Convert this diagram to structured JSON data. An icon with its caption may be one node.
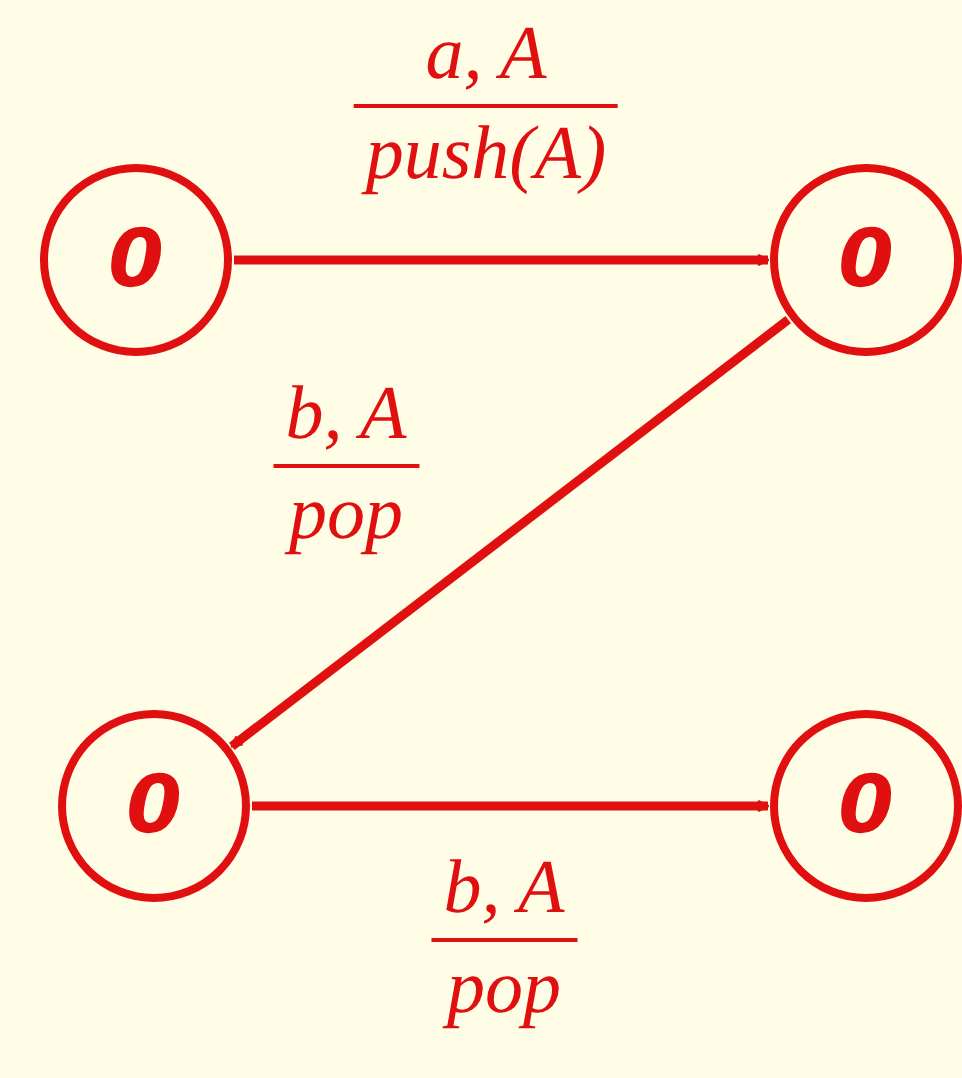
{
  "diagram": {
    "nodes": [
      {
        "text": [
          "0"
        ]
      },
      {
        "text": [
          "0"
        ]
      },
      {
        "text": [
          "0"
        ]
      },
      {
        "text": [
          "0"
        ]
      }
    ],
    "edges": [
      {
        "from": 0,
        "to": 1,
        "arrow": "to"
      },
      {
        "from": 1,
        "to": 2,
        "arrow": "to"
      },
      {
        "from": 2,
        "to": 3,
        "arrow": "to"
      }
    ],
    "labels": [
      "a, A",
      "push(A)",
      "b, A",
      "pop",
      "b, A",
      "pop"
    ]
  }
}
